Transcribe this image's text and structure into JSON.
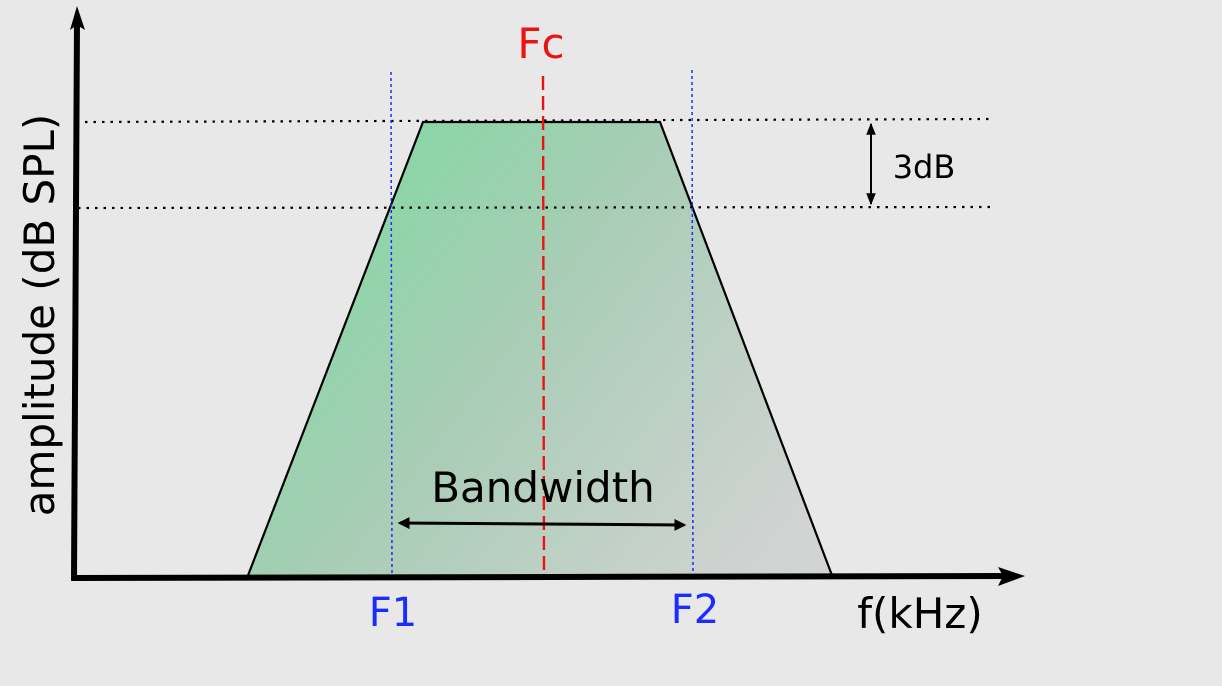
{
  "diagram": {
    "labels": {
      "center_frequency": "Fc",
      "lower_cutoff": "F1",
      "upper_cutoff": "F2",
      "x_axis": "f(kHz)",
      "y_axis": "amplitude (dB SPL)",
      "bandwidth": "Bandwidth",
      "level_drop": "3dB"
    },
    "colors": {
      "background": "#e8e8e8",
      "center_line": "#ee1111",
      "cutoff_lines": "#1a2cff",
      "passband_fill_start": "#7fd9a2",
      "passband_fill_end": "#c9cbcb",
      "axis": "#000000"
    }
  }
}
